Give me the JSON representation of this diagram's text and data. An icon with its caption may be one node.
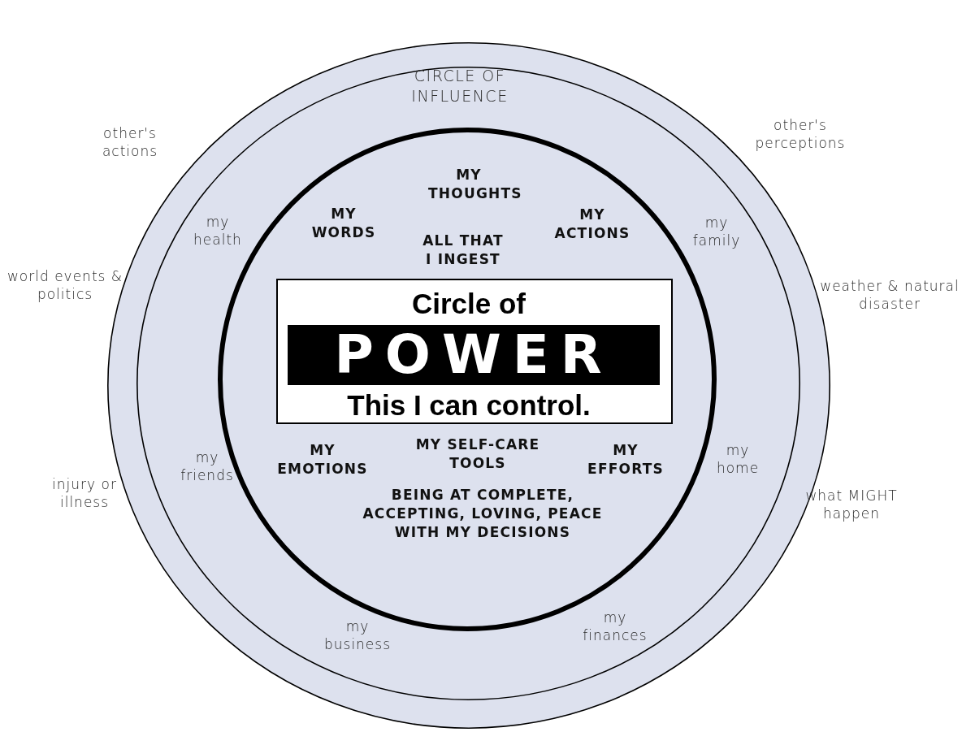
{
  "diagram": {
    "nodes": [
      {
        "text": [],
        "shape": "circle"
      },
      {
        "text": [
          "CIRCLE OF INFLUENCE",
          "my health",
          "my family",
          "my friends",
          "my home",
          "my business",
          "my finances"
        ],
        "in": 0
      },
      {
        "text": [
          "MY THOUGHTS",
          "MY WORDS",
          "ALL THAT I INGEST",
          "MY ACTIONS",
          "MY EMOTIONS",
          "MY SELF-CARE TOOLS",
          "MY EFFORTS",
          "BEING AT COMPLETE, ACCEPTING, LOVING, PEACE WITH MY DECISIONS"
        ],
        "in": 1
      },
      {
        "text": [
          "Circle of",
          "POWER",
          "This I can control."
        ],
        "in": 2
      }
    ],
    "edges": [],
    "labels": [
      "other's actions",
      "other's perceptions",
      "world events & politics",
      "weather & natural disaster",
      "injury or illness",
      "what MIGHT happen"
    ]
  }
}
